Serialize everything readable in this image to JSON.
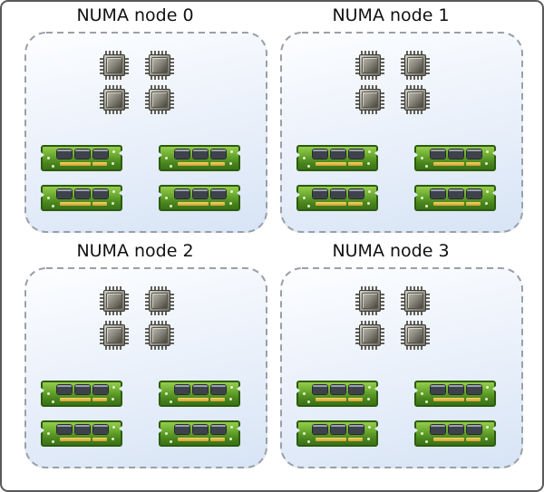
{
  "nodes": [
    {
      "label": "NUMA node 0",
      "cpu_count": 4,
      "ram_count": 4
    },
    {
      "label": "NUMA node 1",
      "cpu_count": 4,
      "ram_count": 4
    },
    {
      "label": "NUMA node 2",
      "cpu_count": 4,
      "ram_count": 4
    },
    {
      "label": "NUMA node 3",
      "cpu_count": 4,
      "ram_count": 4
    }
  ],
  "icons": {
    "cpu": "cpu-chip-icon",
    "ram": "ram-module-icon"
  },
  "colors": {
    "outer_border": "#58595b",
    "node_dashed_border": "#9aa0a8",
    "node_fill_top": "#fdfeff",
    "node_fill_bottom": "#d7e4f5",
    "cpu_gray_light": "#d2d0c5",
    "cpu_gray_dark": "#47453c",
    "pcb_green_light": "#97cd4b",
    "pcb_green_dark": "#3a7319",
    "ram_chip_gray": "#3e424b",
    "gold_contact": "#e0b446",
    "title_text": "#111111"
  }
}
